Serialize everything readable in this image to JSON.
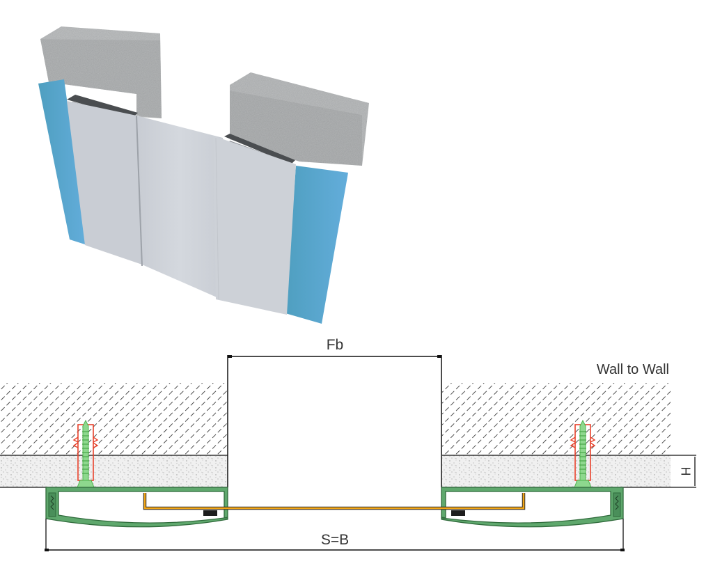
{
  "figure": {
    "render": {
      "title": "Expansion joint cover 3D render",
      "parts": [
        "concrete-wall-left",
        "concrete-wall-right",
        "fire-barrier-left",
        "fire-barrier-right",
        "cover-plate",
        "base-frame-left",
        "base-frame-right"
      ]
    },
    "section": {
      "title": "Wall to Wall",
      "dimensions": {
        "gap_width_label": "Fb",
        "overall_width_label": "S=B",
        "height_label": "H"
      }
    },
    "colors": {
      "concrete": "#b9bcbd",
      "fire_barrier": "#5aa7c6",
      "cover_plate": "#cfd3d9",
      "frame_profile": "#4a8f5a",
      "frame_fill": "#5fa86d",
      "anchor_dowel": "#e8412b",
      "screw": "#6bcf6b",
      "cover_plate_section": "#f2a516",
      "hatch": "#222222",
      "plaster": "#ededed"
    }
  }
}
